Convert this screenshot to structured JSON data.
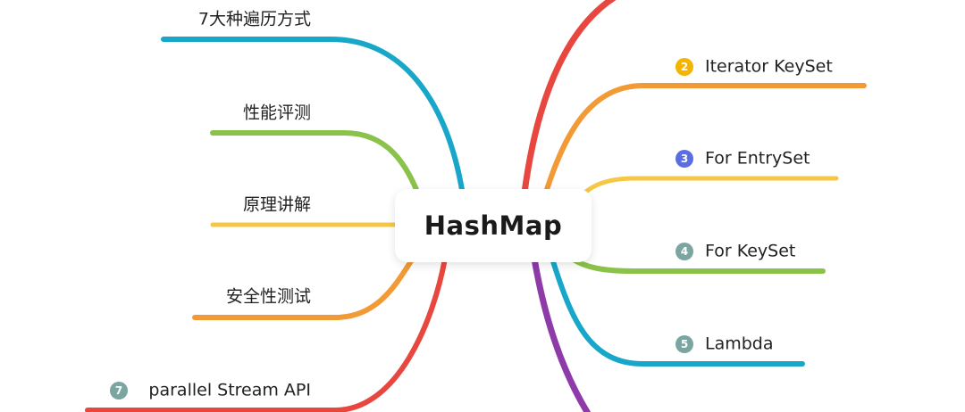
{
  "root": {
    "label": "HashMap"
  },
  "left_nodes": [
    {
      "label": "7大种遍历方式",
      "color": "#18a6c9"
    },
    {
      "label": "性能评测",
      "color": "#8bc34a"
    },
    {
      "label": "原理讲解",
      "color": "#f6c744"
    },
    {
      "label": "安全性测试",
      "color": "#f29a35"
    },
    {
      "label": "parallel Stream  API",
      "color": "#e8473f",
      "badge": "7",
      "badge_color": "#7aa5a0"
    }
  ],
  "right_nodes": [
    {
      "label": "",
      "color": "#e8473f"
    },
    {
      "label": "Iterator  KeySet",
      "color": "#f29a35",
      "badge": "2",
      "badge_color": "#f4b400"
    },
    {
      "label": "For EntrySet",
      "color": "#f6c744",
      "badge": "3",
      "badge_color": "#5b6ee1"
    },
    {
      "label": "For KeySet",
      "color": "#8bc34a",
      "badge": "4",
      "badge_color": "#7aa5a0"
    },
    {
      "label": "Lambda",
      "color": "#18a6c9",
      "badge": "5",
      "badge_color": "#7aa5a0"
    },
    {
      "label": "",
      "color": "#8e3aa8"
    }
  ]
}
